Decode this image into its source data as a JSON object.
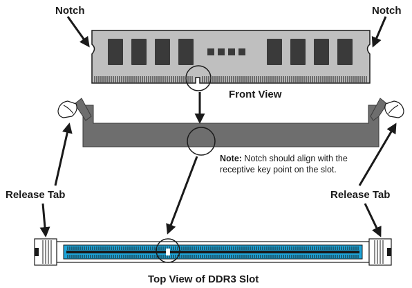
{
  "labels": {
    "notch_left": "Notch",
    "notch_right": "Notch",
    "front_view": "Front View",
    "note_prefix": "Note:",
    "note_text": " Notch should align with the receptive key point on the slot.",
    "release_tab_left": "Release Tab",
    "release_tab_right": "Release Tab",
    "top_view": "Top View of DDR3 Slot"
  },
  "colors": {
    "module_fill": "#bfbfbf",
    "chip": "#3a3a3a",
    "slot_front": "#6e6e6e",
    "slot_top_inner": "#1ea4d8",
    "outline": "#1a1a1a"
  }
}
